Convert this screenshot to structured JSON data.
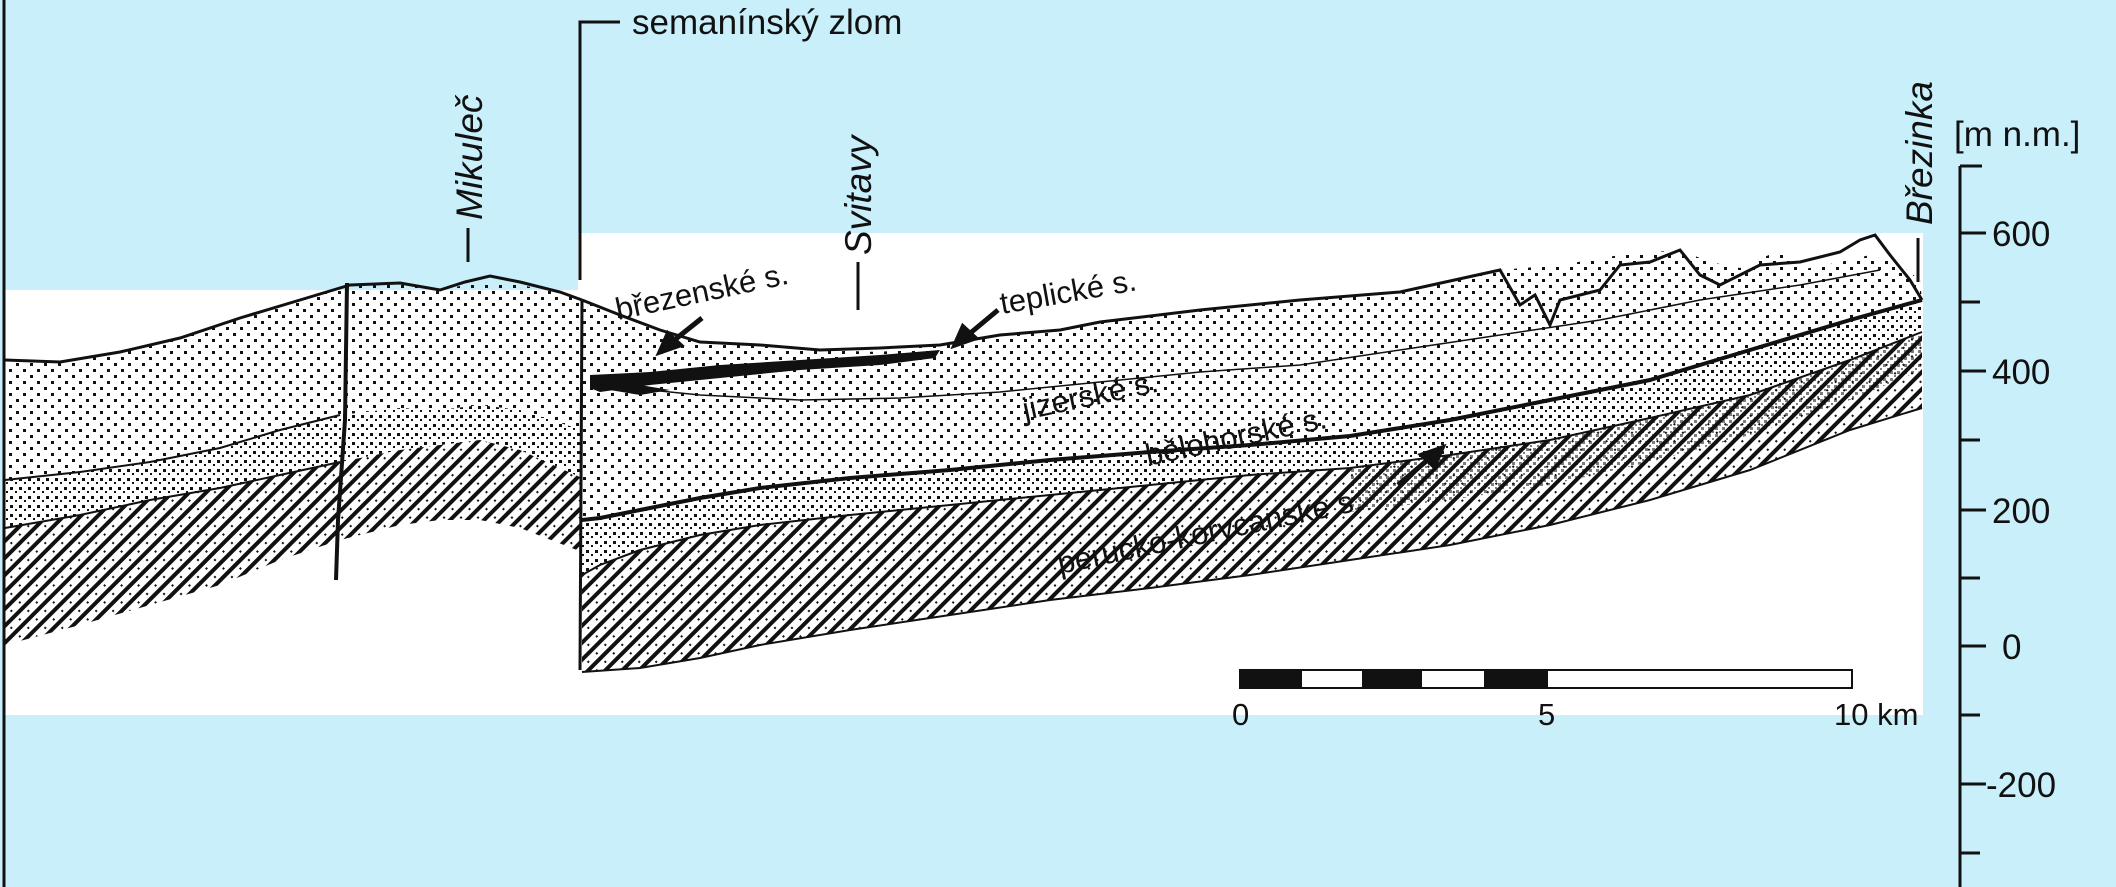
{
  "colors": {
    "background": "#c9effb",
    "section_panel": "#ffffff",
    "ink": "#111111"
  },
  "fault": {
    "label": "semanínský zlom"
  },
  "places": [
    {
      "id": "mikulec",
      "name": "Mikuleč"
    },
    {
      "id": "svitavy",
      "name": "Svitavy"
    },
    {
      "id": "brezinka",
      "name": "Březinka"
    }
  ],
  "formations": {
    "brezenske": "březenské s.",
    "teplicke": "teplické s.",
    "jizerske": "jizerské s.",
    "belohorske": "bělohorské s.",
    "perucko": "perucko-korycanské s."
  },
  "elevation_axis": {
    "unit": "[m n.m.]",
    "tick_labels": [
      "600",
      "400",
      "200",
      "0",
      "-200"
    ]
  },
  "scale_bar": {
    "labels": [
      "0",
      "5",
      "10 km"
    ]
  }
}
